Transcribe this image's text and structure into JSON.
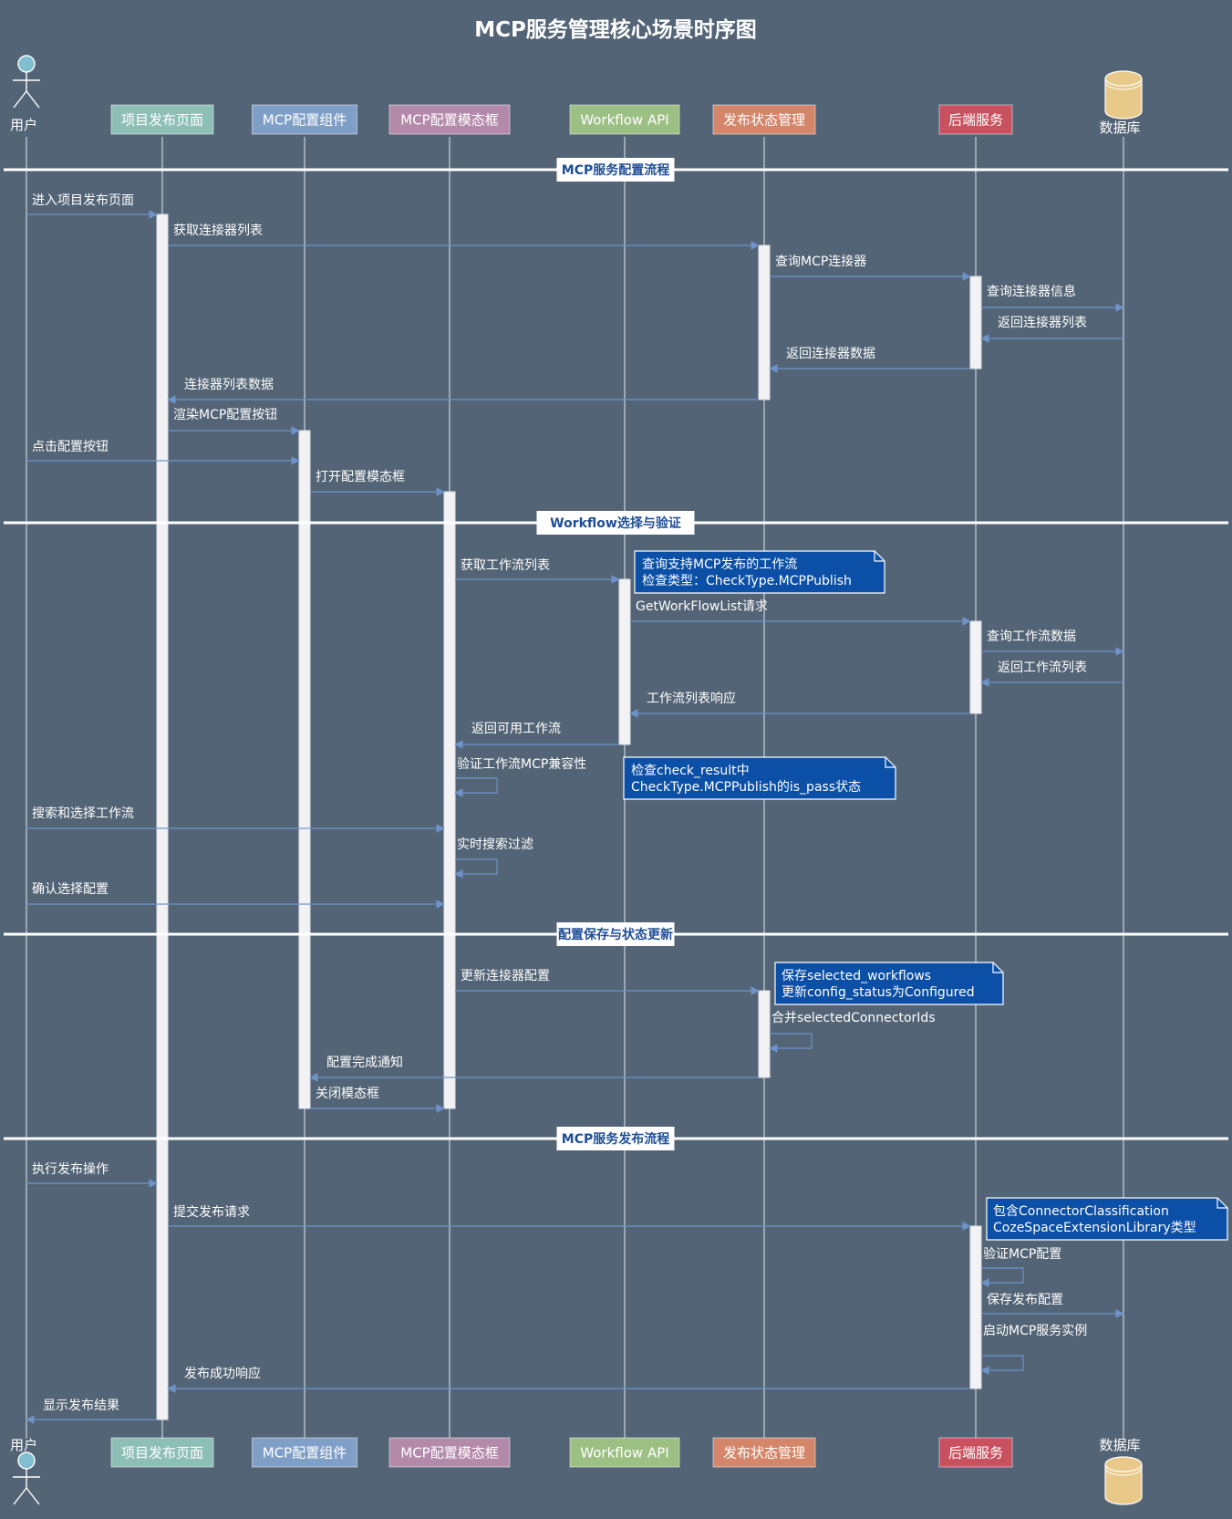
{
  "title": "MCP服务管理核心场景时序图",
  "colors": {
    "background": "#536476",
    "lifeline": "#c9d1da",
    "message": "#6f93c9",
    "activation": "#f2f2f4",
    "section_line": "#ffffff",
    "section_text": "#1f4e96",
    "note_fill": "#0b4fa6",
    "text": "#ffffff"
  },
  "participants": [
    {
      "id": "user",
      "label": "用户",
      "kind": "actor",
      "color": "#7fbfcf"
    },
    {
      "id": "page",
      "label": "项目发布页面",
      "kind": "box",
      "color": "#8ebfb6"
    },
    {
      "id": "mcpcomp",
      "label": "MCP配置组件",
      "kind": "box",
      "color": "#7f9fc7"
    },
    {
      "id": "modal",
      "label": "MCP配置模态框",
      "kind": "box",
      "color": "#b48aab"
    },
    {
      "id": "wfapi",
      "label": "Workflow API",
      "kind": "box",
      "color": "#9cbf84"
    },
    {
      "id": "state",
      "label": "发布状态管理",
      "kind": "box",
      "color": "#d4866a"
    },
    {
      "id": "backend",
      "label": "后端服务",
      "kind": "box",
      "color": "#c9515f"
    },
    {
      "id": "db",
      "label": "数据库",
      "kind": "database",
      "color": "#e8c98a"
    }
  ],
  "sections": [
    {
      "label": "MCP服务配置流程"
    },
    {
      "label": "Workflow选择与验证"
    },
    {
      "label": "配置保存与状态更新"
    },
    {
      "label": "MCP服务发布流程"
    }
  ],
  "messages": [
    {
      "from": "user",
      "to": "page",
      "label": "进入项目发布页面"
    },
    {
      "from": "page",
      "to": "state",
      "label": "获取连接器列表"
    },
    {
      "from": "state",
      "to": "backend",
      "label": "查询MCP连接器"
    },
    {
      "from": "backend",
      "to": "db",
      "label": "查询连接器信息"
    },
    {
      "from": "db",
      "to": "backend",
      "label": "返回连接器列表"
    },
    {
      "from": "backend",
      "to": "state",
      "label": "返回连接器数据"
    },
    {
      "from": "state",
      "to": "page",
      "label": "连接器列表数据"
    },
    {
      "from": "page",
      "to": "mcpcomp",
      "label": "渲染MCP配置按钮"
    },
    {
      "from": "user",
      "to": "mcpcomp",
      "label": "点击配置按钮"
    },
    {
      "from": "mcpcomp",
      "to": "modal",
      "label": "打开配置模态框"
    },
    {
      "from": "modal",
      "to": "wfapi",
      "label": "获取工作流列表"
    },
    {
      "from": "wfapi",
      "to": "backend",
      "label": "GetWorkFlowList请求"
    },
    {
      "from": "backend",
      "to": "db",
      "label": "查询工作流数据"
    },
    {
      "from": "db",
      "to": "backend",
      "label": "返回工作流列表"
    },
    {
      "from": "backend",
      "to": "wfapi",
      "label": "工作流列表响应"
    },
    {
      "from": "wfapi",
      "to": "modal",
      "label": "返回可用工作流"
    },
    {
      "from": "modal",
      "to": "modal",
      "label": "验证工作流MCP兼容性"
    },
    {
      "from": "user",
      "to": "modal",
      "label": "搜索和选择工作流"
    },
    {
      "from": "modal",
      "to": "modal",
      "label": "实时搜索过滤"
    },
    {
      "from": "user",
      "to": "modal",
      "label": "确认选择配置"
    },
    {
      "from": "modal",
      "to": "state",
      "label": "更新连接器配置"
    },
    {
      "from": "state",
      "to": "state",
      "label": "合并selectedConnectorIds"
    },
    {
      "from": "state",
      "to": "mcpcomp",
      "label": "配置完成通知"
    },
    {
      "from": "mcpcomp",
      "to": "modal",
      "label": "关闭模态框"
    },
    {
      "from": "user",
      "to": "page",
      "label": "执行发布操作"
    },
    {
      "from": "page",
      "to": "backend",
      "label": "提交发布请求"
    },
    {
      "from": "backend",
      "to": "backend",
      "label": "验证MCP配置"
    },
    {
      "from": "backend",
      "to": "db",
      "label": "保存发布配置"
    },
    {
      "from": "backend",
      "to": "backend",
      "label": "启动MCP服务实例"
    },
    {
      "from": "backend",
      "to": "page",
      "label": "发布成功响应"
    },
    {
      "from": "page",
      "to": "user",
      "label": "显示发布结果"
    }
  ],
  "notes": [
    {
      "lines": [
        "查询支持MCP发布的工作流",
        "检查类型：CheckType.MCPPublish"
      ]
    },
    {
      "lines": [
        "检查check_result中",
        "CheckType.MCPPublish的is_pass状态"
      ]
    },
    {
      "lines": [
        "保存selected_workflows",
        "更新config_status为Configured"
      ]
    },
    {
      "lines": [
        "包含ConnectorClassification",
        "CozeSpaceExtensionLibrary类型"
      ]
    }
  ]
}
